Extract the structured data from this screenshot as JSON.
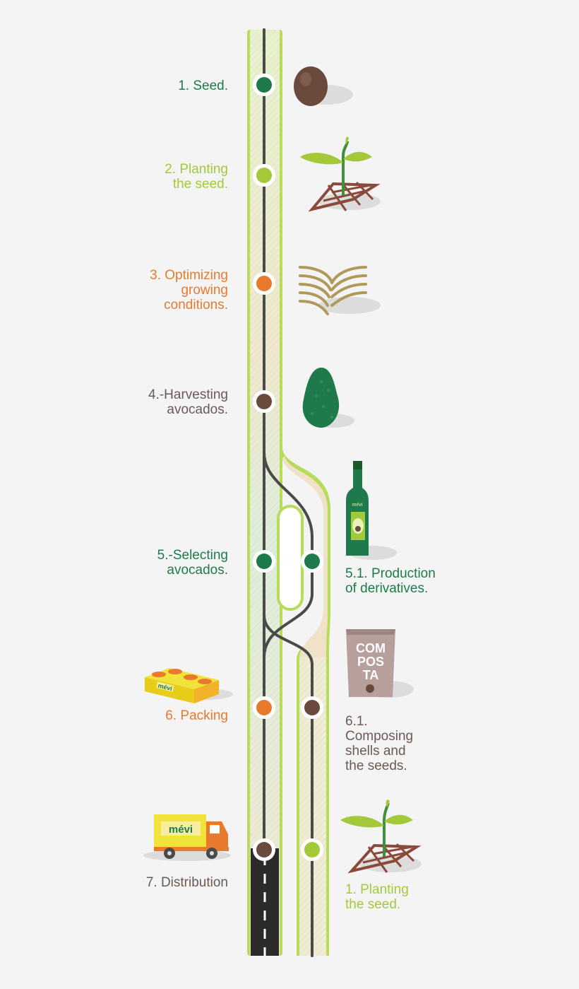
{
  "steps": {
    "seed": "1. Seed.",
    "planting": "2. Planting\nthe seed.",
    "optimizing": "3. Optimizing\ngrowing\nconditions.",
    "harvesting": "4.-Harvesting\navocados.",
    "selecting": "5.-Selecting\navocados.",
    "derivatives": "5.1. Production\nof derivatives.",
    "packing": "6. Packing",
    "composting": "6.1.\nComposing\nshells and\nthe seeds.",
    "distribution": "7. Distribution",
    "replanting": "1. Planting\nthe seed."
  },
  "illustrations": {
    "compost_text": [
      "COM",
      "POS",
      "TA"
    ],
    "brand": "mévi"
  },
  "colors": {
    "green": "#1e7a4a",
    "lime": "#a3c93a",
    "orange": "#e87a2e",
    "brown": "#6b4a3e",
    "road": "#4a4a4a",
    "track": "#b8dc5a"
  }
}
